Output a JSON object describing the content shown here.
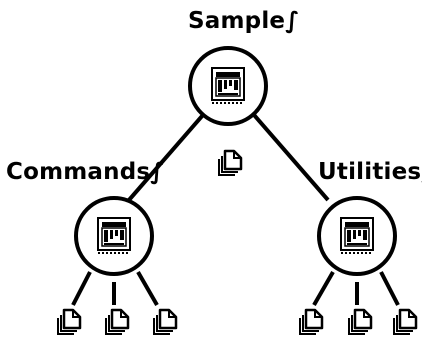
{
  "diagram": {
    "root": {
      "label": "Sample",
      "icon": "volume-window-icon",
      "files": 1
    },
    "children": [
      {
        "label": "Commands",
        "icon": "folder-window-icon",
        "files": 3
      },
      {
        "label": "Utilities",
        "icon": "folder-window-icon",
        "files": 3
      }
    ],
    "suffix_glyph": "∫",
    "colors": {
      "line": "#000000",
      "fill": "#ffffff"
    }
  }
}
